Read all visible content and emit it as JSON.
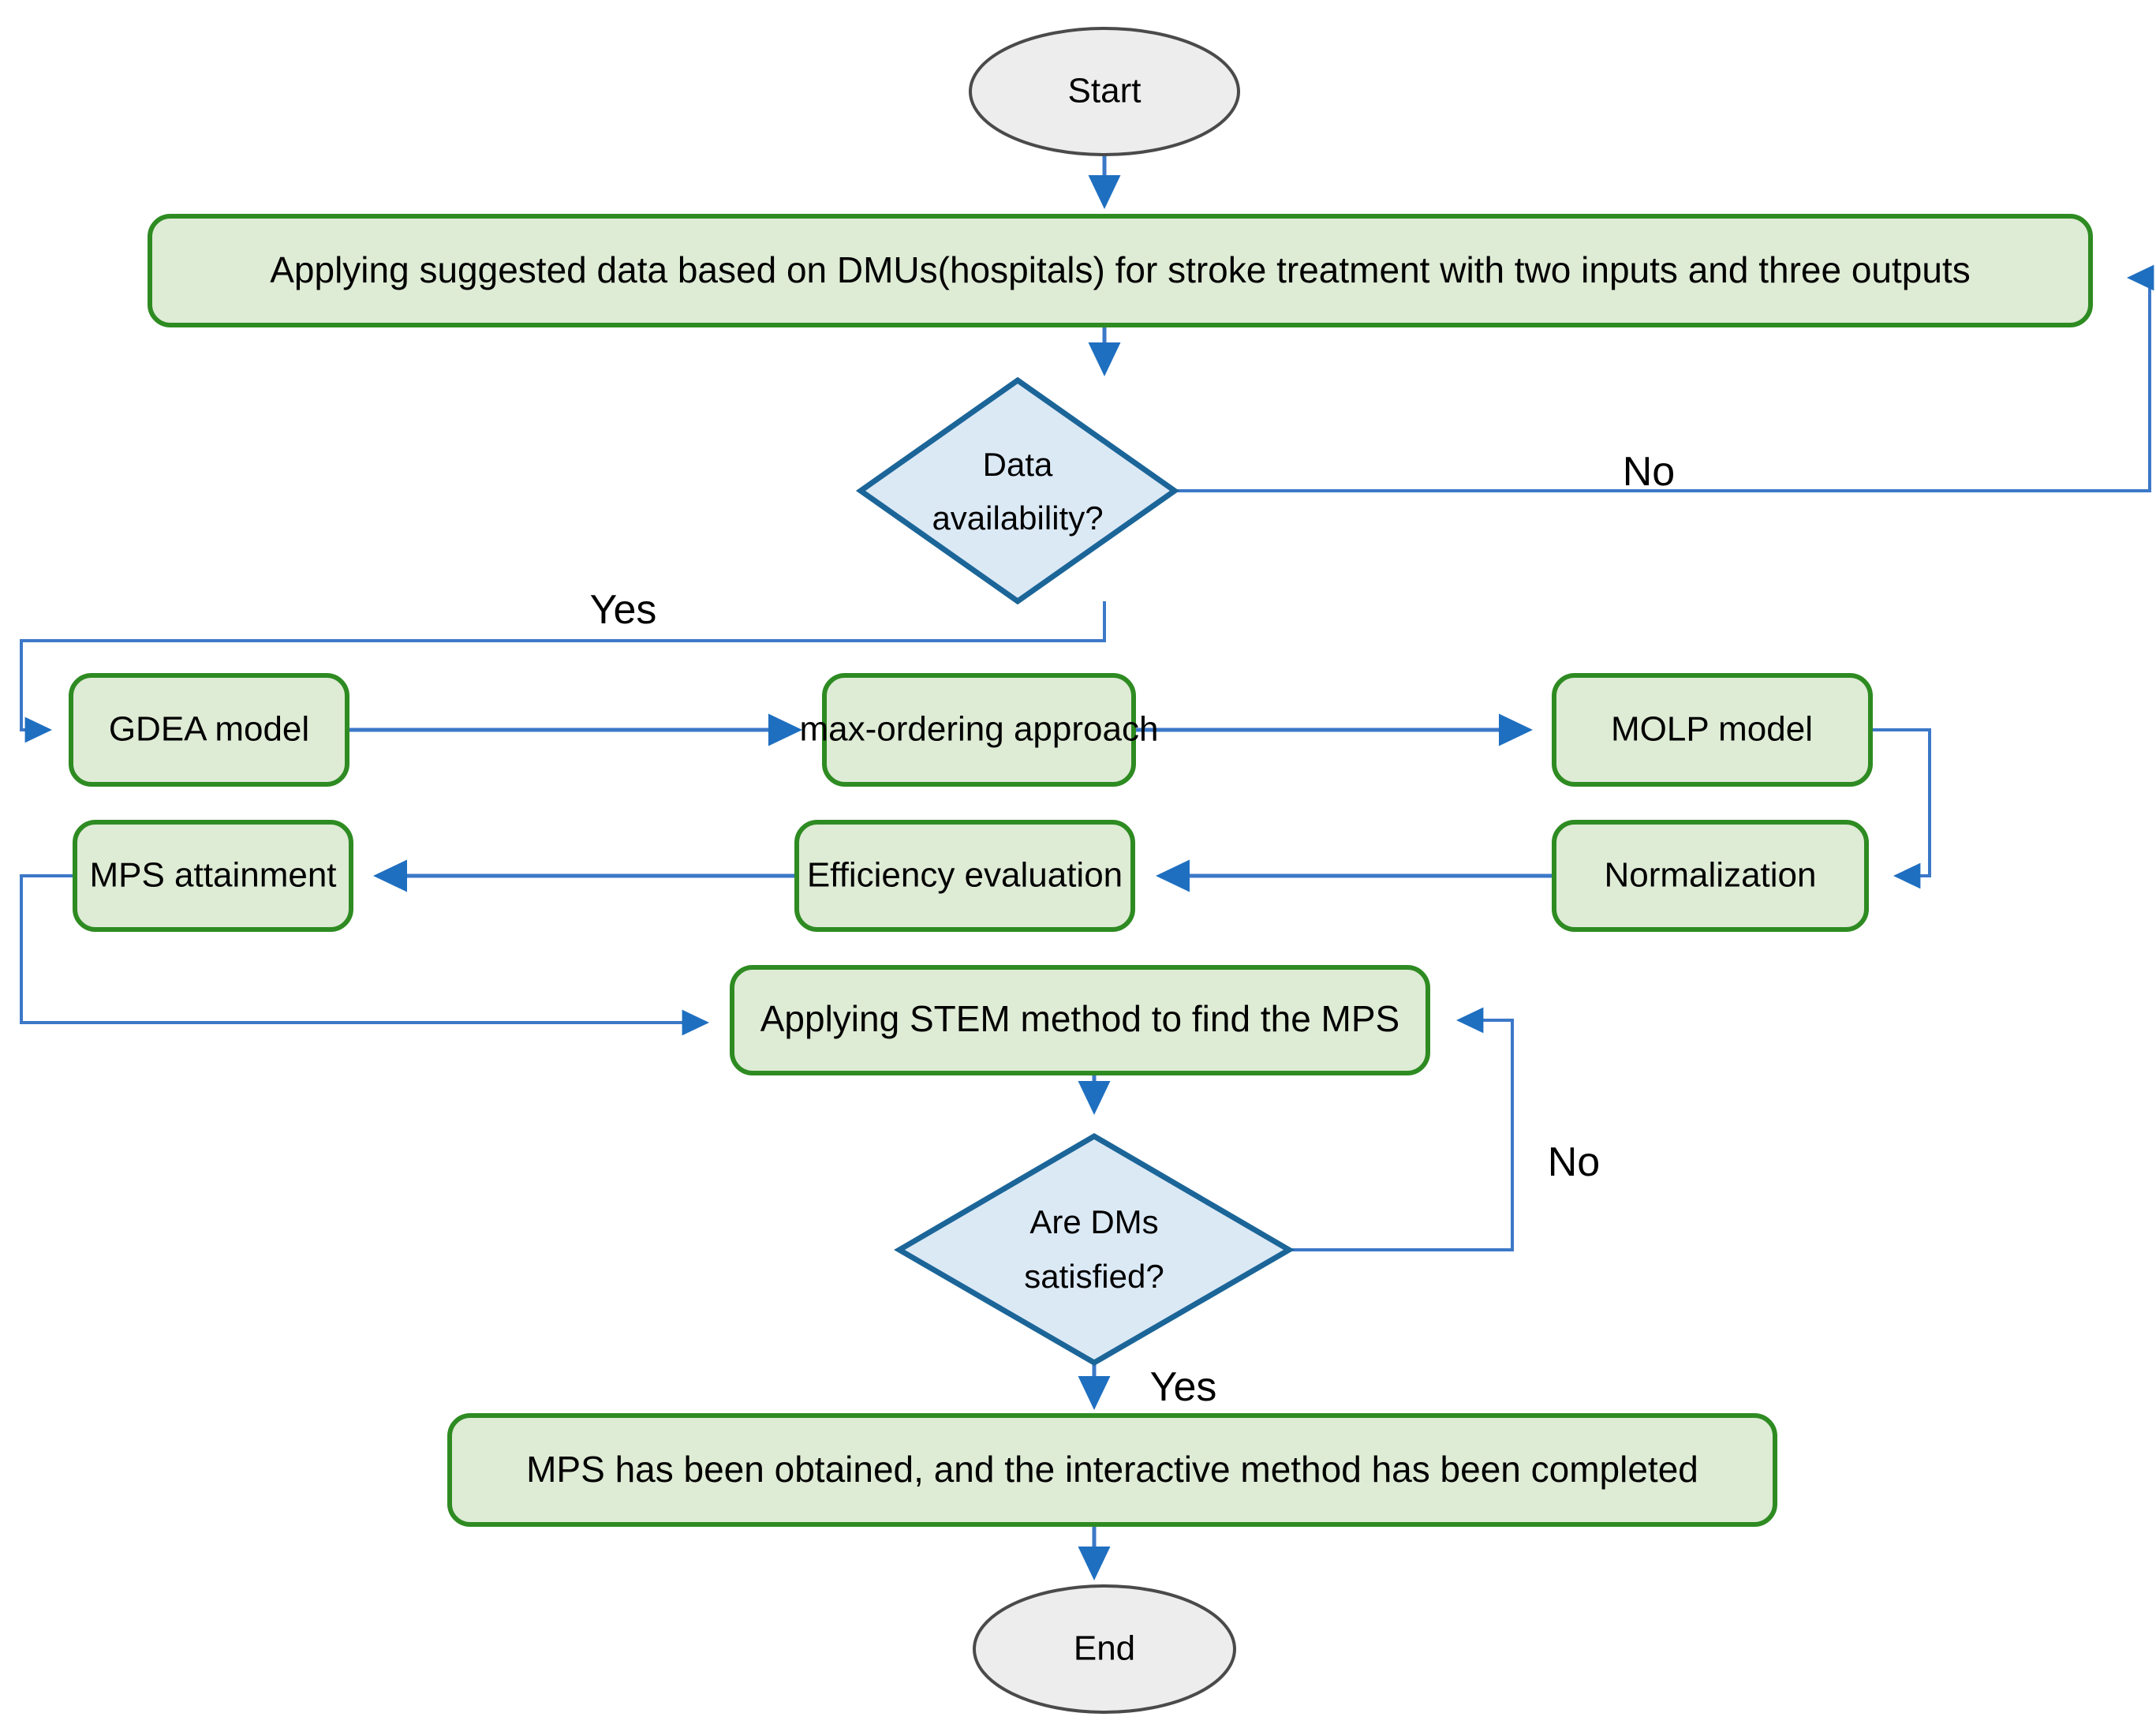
{
  "diagram": {
    "title": "Interactive MPS flowchart",
    "colors": {
      "process_fill": "#DEEBD5",
      "process_stroke": "#2E8B22",
      "decision_fill": "#DBE9F5",
      "decision_stroke": "#1B6598",
      "terminator_fill": "#EDEDED",
      "terminator_stroke": "#4A4A4A",
      "connector": "#3C78C8",
      "arrowhead": "#1F6FC0",
      "background": "#FFFFFF"
    },
    "nodes": {
      "start": {
        "label": "Start",
        "type": "terminator"
      },
      "apply_data": {
        "label": "Applying suggested data based on DMUs(hospitals) for stroke treatment with two inputs and three outputs",
        "type": "process"
      },
      "data_availability": {
        "line1": "Data",
        "line2": "availability?",
        "type": "decision"
      },
      "gdea": {
        "label": "GDEA model",
        "type": "process"
      },
      "max_ordering": {
        "label": "max-ordering approach",
        "type": "process"
      },
      "molp": {
        "label": "MOLP model",
        "type": "process"
      },
      "normalization": {
        "label": "Normalization",
        "type": "process"
      },
      "efficiency": {
        "label": "Efficiency evaluation",
        "type": "process"
      },
      "mps_attainment": {
        "label": "MPS attainment",
        "type": "process"
      },
      "stem": {
        "label": "Applying STEM method to find the MPS",
        "type": "process"
      },
      "dms_satisfied": {
        "line1": "Are DMs",
        "line2": "satisfied?",
        "type": "decision"
      },
      "mps_obtained": {
        "label": "MPS has been obtained, and the interactive method has been completed",
        "type": "process"
      },
      "end": {
        "label": "End",
        "type": "terminator"
      }
    },
    "edge_labels": {
      "data_no": "No",
      "data_yes": "Yes",
      "dms_no": "No",
      "dms_yes": "Yes"
    }
  }
}
